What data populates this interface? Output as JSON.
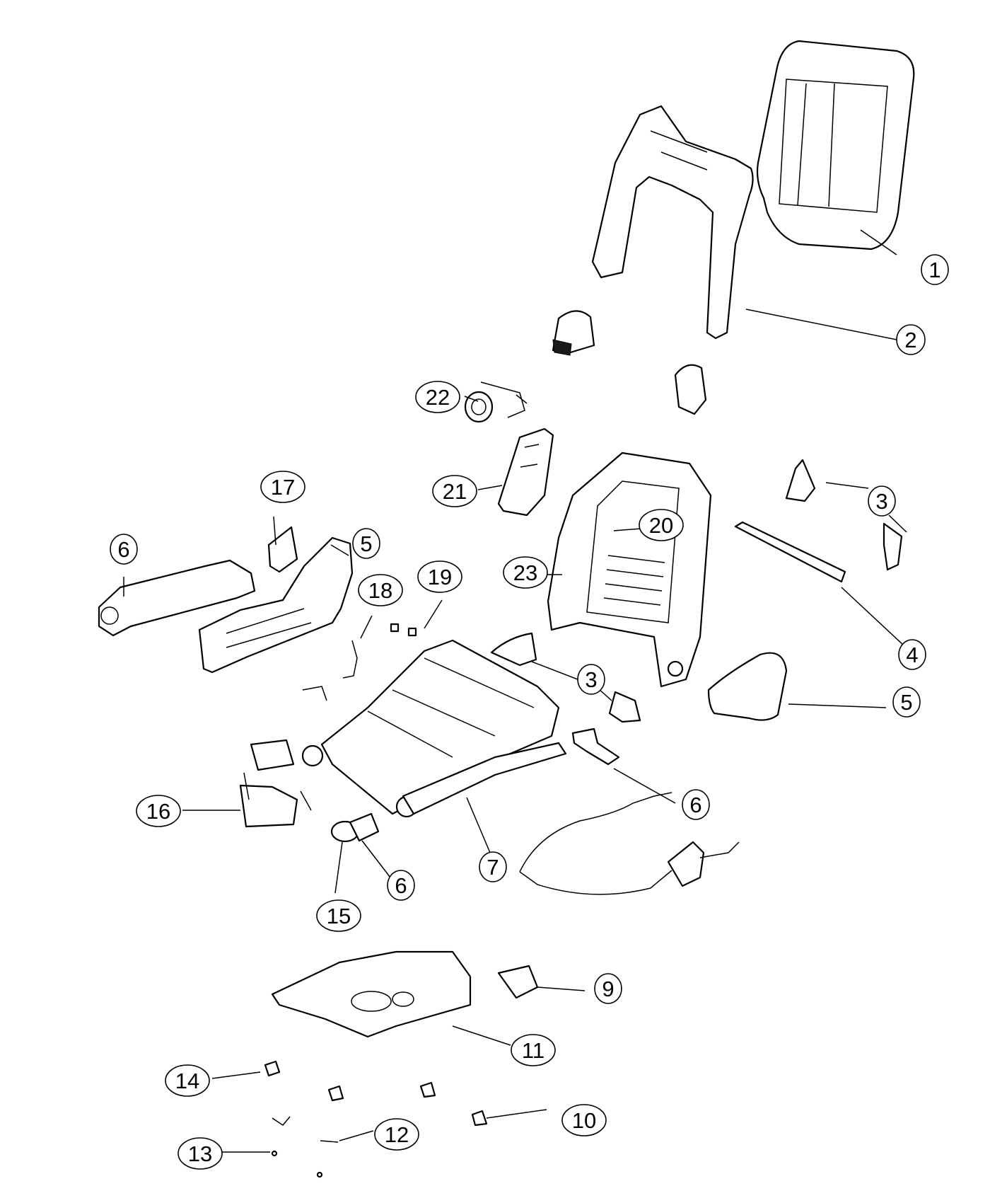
{
  "callouts": [
    {
      "id": "c1",
      "number": "1"
    },
    {
      "id": "c2",
      "number": "2"
    },
    {
      "id": "c3a",
      "number": "3"
    },
    {
      "id": "c3b",
      "number": "3"
    },
    {
      "id": "c4",
      "number": "4"
    },
    {
      "id": "c5a",
      "number": "5"
    },
    {
      "id": "c5b",
      "number": "5"
    },
    {
      "id": "c6a",
      "number": "6"
    },
    {
      "id": "c6b",
      "number": "6"
    },
    {
      "id": "c6c",
      "number": "6"
    },
    {
      "id": "c7",
      "number": "7"
    },
    {
      "id": "c9",
      "number": "9"
    },
    {
      "id": "c10",
      "number": "10"
    },
    {
      "id": "c11",
      "number": "11"
    },
    {
      "id": "c12",
      "number": "12"
    },
    {
      "id": "c13",
      "number": "13"
    },
    {
      "id": "c14",
      "number": "14"
    },
    {
      "id": "c15",
      "number": "15"
    },
    {
      "id": "c16",
      "number": "16"
    },
    {
      "id": "c17",
      "number": "17"
    },
    {
      "id": "c18",
      "number": "18"
    },
    {
      "id": "c19",
      "number": "19"
    },
    {
      "id": "c20",
      "number": "20"
    },
    {
      "id": "c21",
      "number": "21"
    },
    {
      "id": "c22",
      "number": "22"
    },
    {
      "id": "c23",
      "number": "23"
    }
  ]
}
